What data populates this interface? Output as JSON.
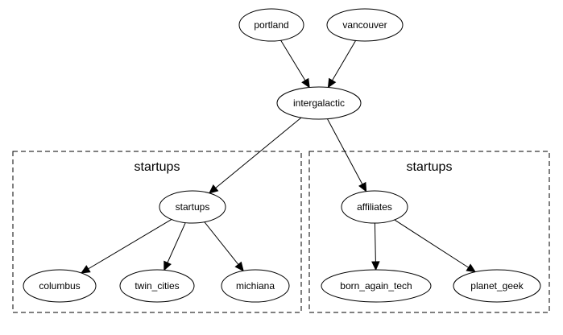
{
  "clusters": {
    "left": {
      "title": "startups"
    },
    "right": {
      "title": "startups"
    }
  },
  "nodes": {
    "portland": "portland",
    "vancouver": "vancouver",
    "intergalactic": "intergalactic",
    "startups": "startups",
    "affiliates": "affiliates",
    "columbus": "columbus",
    "twin_cities": "twin_cities",
    "michiana": "michiana",
    "born_again_tech": "born_again_tech",
    "planet_geek": "planet_geek"
  },
  "edges": [
    {
      "from": "portland",
      "to": "intergalactic"
    },
    {
      "from": "vancouver",
      "to": "intergalactic"
    },
    {
      "from": "intergalactic",
      "to": "startups"
    },
    {
      "from": "intergalactic",
      "to": "affiliates"
    },
    {
      "from": "startups",
      "to": "columbus"
    },
    {
      "from": "startups",
      "to": "twin_cities"
    },
    {
      "from": "startups",
      "to": "michiana"
    },
    {
      "from": "affiliates",
      "to": "born_again_tech"
    },
    {
      "from": "affiliates",
      "to": "planet_geek"
    }
  ]
}
